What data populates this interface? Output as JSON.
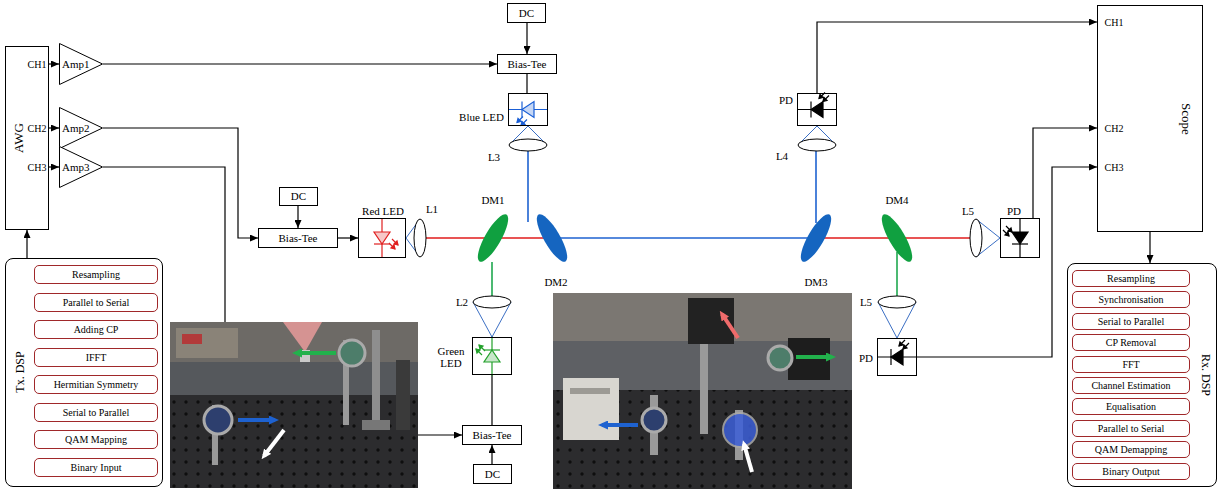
{
  "diagram": {
    "nodes": [
      {
        "text": [
          "AWG",
          "CH1",
          "CH2",
          "CH3"
        ]
      },
      {
        "text": [
          "Amp1"
        ]
      },
      {
        "text": [
          "Amp2"
        ]
      },
      {
        "text": [
          "Amp3"
        ]
      },
      {
        "text": [
          "DC"
        ]
      },
      {
        "text": [
          "Bias-Tee"
        ]
      },
      {
        "text": [
          "Blue LED"
        ]
      },
      {
        "text": [
          "DC"
        ]
      },
      {
        "text": [
          "Bias-Tee"
        ]
      },
      {
        "text": [
          "Red LED"
        ]
      },
      {
        "text": [
          "Green LED"
        ]
      },
      {
        "text": [
          "Bias-Tee"
        ]
      },
      {
        "text": [
          "DC"
        ]
      },
      {
        "text": [
          "PD"
        ]
      },
      {
        "text": [
          "PD"
        ]
      },
      {
        "text": [
          "PD"
        ]
      },
      {
        "text": [
          "Scope",
          "CH1",
          "CH2",
          "CH3"
        ]
      },
      {
        "text": [
          "Tx. DSP"
        ]
      },
      {
        "text": [
          "Resampling"
        ],
        "in": 17
      },
      {
        "text": [
          "Parallel to Serial"
        ],
        "in": 17
      },
      {
        "text": [
          "Adding CP"
        ],
        "in": 17
      },
      {
        "text": [
          "IFFT"
        ],
        "in": 17
      },
      {
        "text": [
          "Hermitian Symmetry"
        ],
        "in": 17
      },
      {
        "text": [
          "Serial to Parallel"
        ],
        "in": 17
      },
      {
        "text": [
          "QAM Mapping"
        ],
        "in": 17
      },
      {
        "text": [
          "Binary Input"
        ],
        "in": 17
      },
      {
        "text": [
          "Rx. DSP"
        ]
      },
      {
        "text": [
          "Resampling"
        ],
        "in": 26
      },
      {
        "text": [
          "Synchronisation"
        ],
        "in": 26
      },
      {
        "text": [
          "Serial to Parallel"
        ],
        "in": 26
      },
      {
        "text": [
          "CP Removal"
        ],
        "in": 26
      },
      {
        "text": [
          "FFT"
        ],
        "in": 26
      },
      {
        "text": [
          "Channel Estimation"
        ],
        "in": 26
      },
      {
        "text": [
          "Equalisation"
        ],
        "in": 26
      },
      {
        "text": [
          "Parallel to Serial"
        ],
        "in": 26
      },
      {
        "text": [
          "QAM Demapping"
        ],
        "in": 26
      },
      {
        "text": [
          "Binary Output"
        ],
        "in": 26
      }
    ],
    "edges": [
      {
        "from": 0,
        "to": 1,
        "arrow": "to"
      },
      {
        "from": 0,
        "to": 2,
        "arrow": "to"
      },
      {
        "from": 0,
        "to": 3,
        "arrow": "to"
      },
      {
        "from": 1,
        "to": 5,
        "arrow": "to"
      },
      {
        "from": 4,
        "to": 5,
        "arrow": "to"
      },
      {
        "from": 5,
        "to": 6,
        "arrow": "none"
      },
      {
        "from": 2,
        "to": 8,
        "arrow": "to"
      },
      {
        "from": 7,
        "to": 8,
        "arrow": "to"
      },
      {
        "from": 8,
        "to": 9,
        "arrow": "to"
      },
      {
        "from": 3,
        "to": 11,
        "arrow": "to"
      },
      {
        "from": 12,
        "to": 11,
        "arrow": "to"
      },
      {
        "from": 11,
        "to": 10,
        "arrow": "none"
      },
      {
        "from": 13,
        "to": 16,
        "arrow": "to"
      },
      {
        "from": 14,
        "to": 16,
        "arrow": "to"
      },
      {
        "from": 15,
        "to": 16,
        "arrow": "to"
      },
      {
        "from": 17,
        "to": 0,
        "arrow": "to"
      },
      {
        "from": 16,
        "to": 26,
        "arrow": "to"
      }
    ],
    "labels": [
      "L1",
      "DM1",
      "DM2",
      "L2",
      "L3",
      "L4",
      "DM3",
      "DM4",
      "L5",
      "L5"
    ]
  }
}
